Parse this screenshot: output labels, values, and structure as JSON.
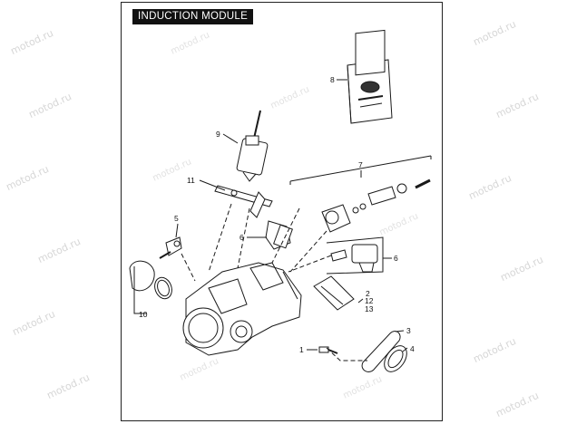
{
  "title": "INDUCTION MODULE",
  "watermark": "motod.ru",
  "callouts": {
    "c1": "1",
    "c2": "2",
    "c3": "3",
    "c4": "4",
    "c5": "5",
    "c6a": "6",
    "c6b": "6",
    "c7": "7",
    "c8": "8",
    "c9": "9",
    "c10": "10",
    "c11": "11",
    "c12": "12",
    "c13": "13"
  },
  "colors": {
    "line": "#1a1a1a",
    "watermark": "#d6d6d6",
    "title_bg": "#111111"
  }
}
